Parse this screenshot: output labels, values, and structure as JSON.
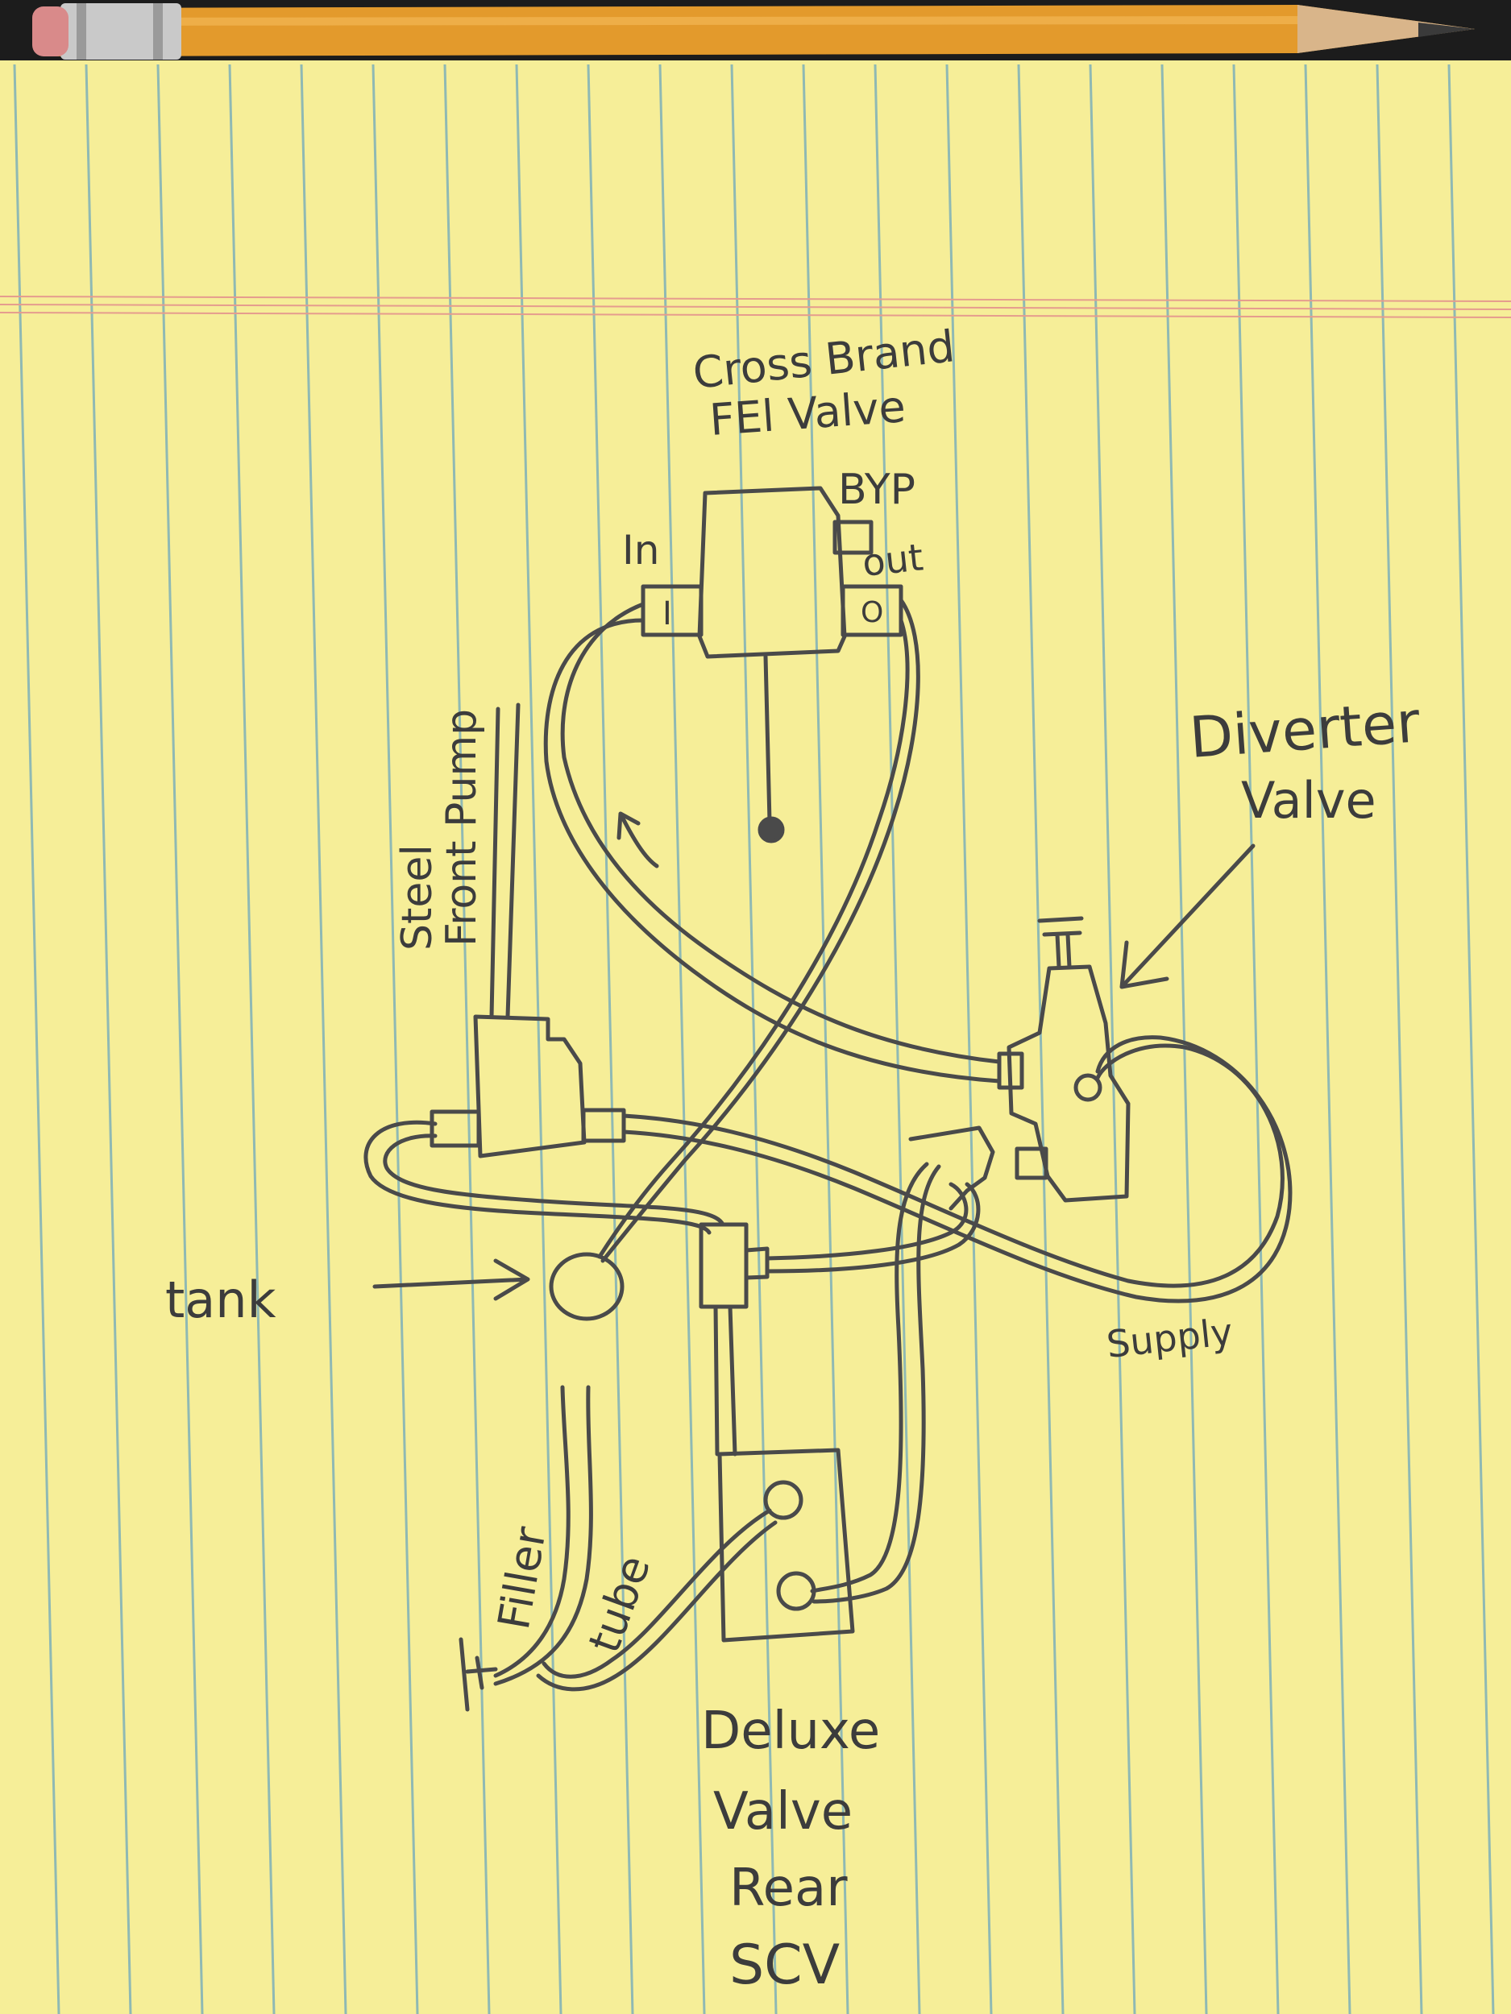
{
  "colors": {
    "paper": "#f6ee98",
    "rule_blue": "#8fb9b4",
    "margin_red": "#e59c8e",
    "pencil_line": "#4a4a4a",
    "pencil_body": "#e59a2e",
    "eraser": "#d98a8a"
  },
  "icons": [
    "pencil-icon"
  ],
  "labels": {
    "fel_title_1": "Cross Brand",
    "fel_title_2": "FEl Valve",
    "byp": "BYP",
    "in": "In",
    "out": "out",
    "port_i": "I",
    "port_o": "O",
    "pump_1": "Steel",
    "pump_2": "Front Pump",
    "diverter_1": "Diverter",
    "diverter_2": "Valve",
    "tank": "tank",
    "supply": "Supply",
    "filler": "Filler",
    "tube": "tube",
    "deluxe_1": "Deluxe",
    "deluxe_2": "Valve",
    "deluxe_3": "Rear",
    "deluxe_4": "SCV"
  }
}
